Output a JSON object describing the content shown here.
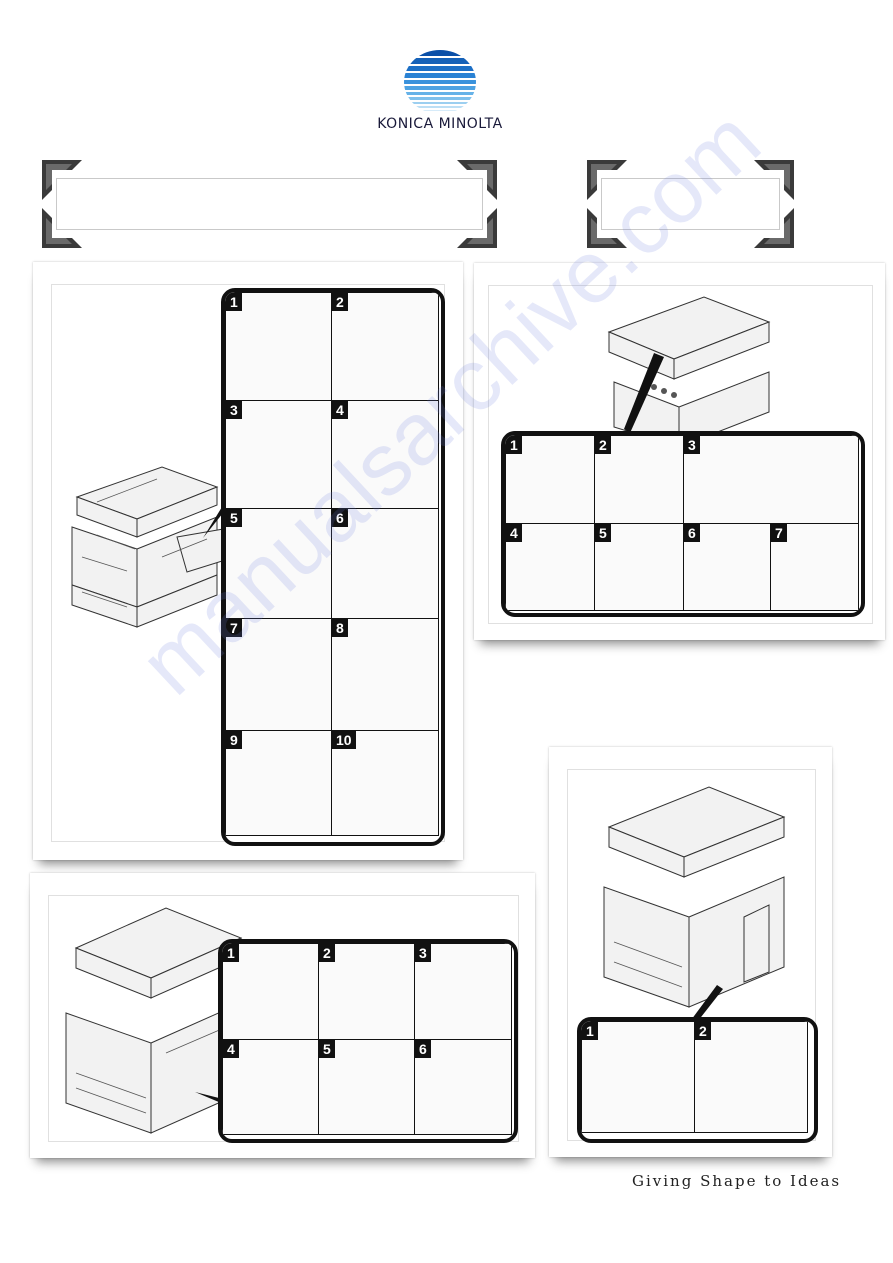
{
  "brand": {
    "name": "KONICA MINOLTA",
    "tagline": "Giving Shape to Ideas"
  },
  "colors": {
    "logo_blue": "#1f6fc7",
    "frame_dark": "#3a3a3a",
    "step_border": "#111111"
  },
  "panels": {
    "fuser_jam": {
      "steps": [
        "1",
        "2",
        "3",
        "4",
        "5",
        "6",
        "7",
        "8",
        "9",
        "10"
      ]
    },
    "adf_jam": {
      "steps": [
        "1",
        "2",
        "3",
        "4",
        "5",
        "6",
        "7"
      ]
    },
    "tray_jam": {
      "steps": [
        "1",
        "2",
        "3",
        "4",
        "5",
        "6"
      ]
    },
    "bypass_jam": {
      "steps": [
        "1",
        "2"
      ]
    }
  },
  "watermark": "manualsarchive.com"
}
